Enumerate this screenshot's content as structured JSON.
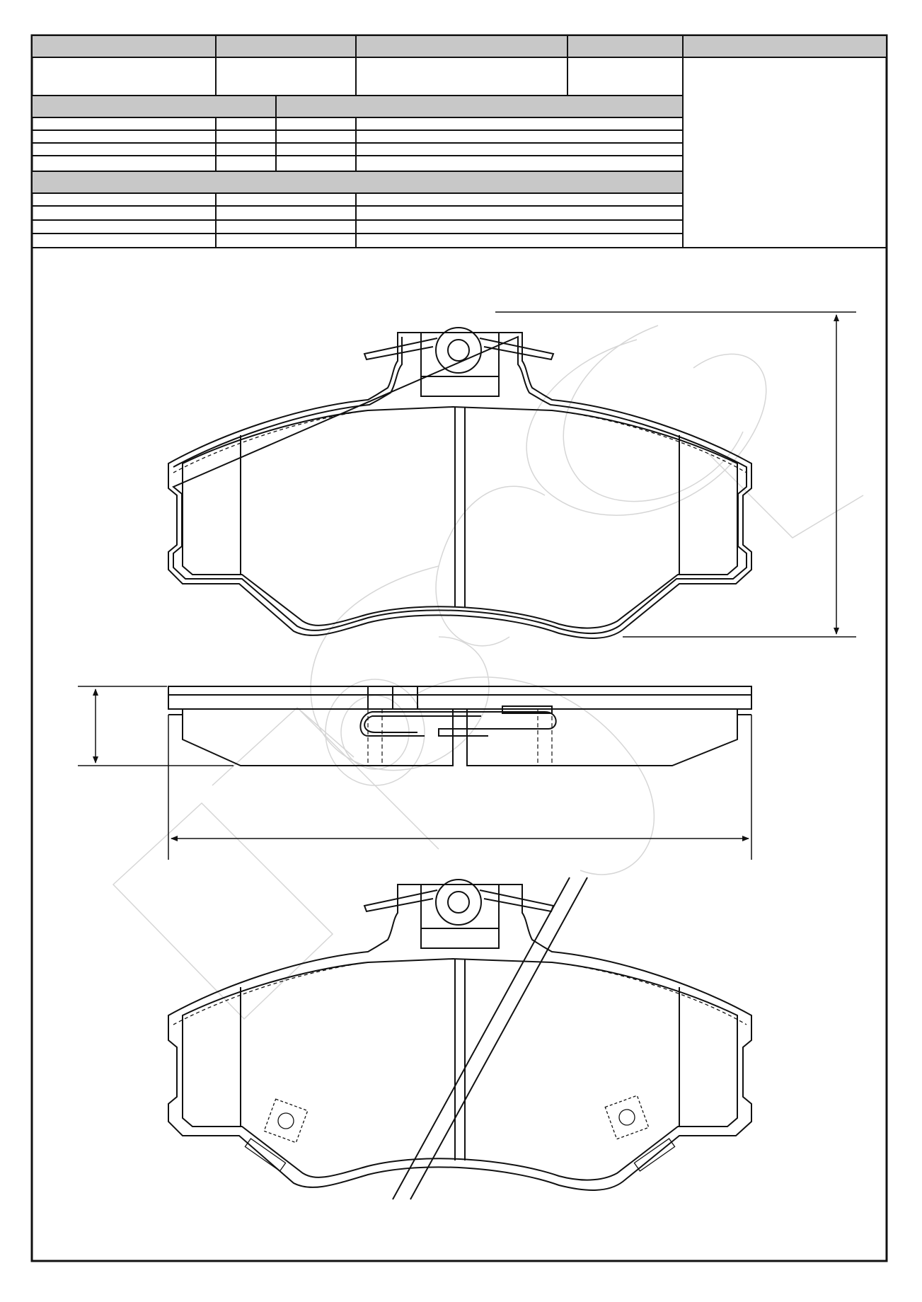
{
  "sheet": {
    "header_table": {
      "top_row_cells": 5,
      "section_a_rows": 4,
      "section_b_rows": 3,
      "filled": false
    },
    "views": [
      "front-view",
      "side-view",
      "back-view"
    ],
    "dimension_labels": {
      "height": "",
      "thickness": "",
      "width": ""
    },
    "colors": {
      "line": "#111111",
      "header_fill": "#c8c8c8",
      "watermark": "#d6d6d6"
    }
  }
}
